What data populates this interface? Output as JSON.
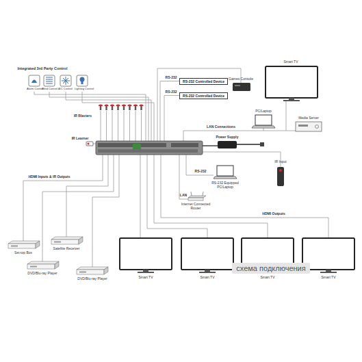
{
  "diagram": {
    "nodes": [
      {
        "text": [
          "RS-232 Controlled Device"
        ]
      },
      {
        "text": [
          "RS-232 Controlled Device"
        ]
      }
    ],
    "labels": [
      "Integrated 3rd Party Control",
      "Alarm Control",
      "Blind Control",
      "A/C Control",
      "Lighting Control",
      "RS-232",
      "RS-232",
      "Games Console",
      "Smart TV",
      "IR Blasters",
      "IR Learner",
      "LAN Connections",
      "PC/Laptop",
      "Media Server",
      "Power Supply",
      "HDMI Inputs & IR Outputs",
      "IR Input",
      "RS-232",
      "RS-232 Equipped PC/Laptop",
      "LAN",
      "Internet Connected Router",
      "HDMI Outputs",
      "Set-top Box",
      "Satellite Receiver",
      "DVD/Blu-ray Player",
      "DVD/Blu-ray Player",
      "Smart TV",
      "Smart TV",
      "Smart TV",
      "Smart TV",
      "схема подключения"
    ]
  }
}
